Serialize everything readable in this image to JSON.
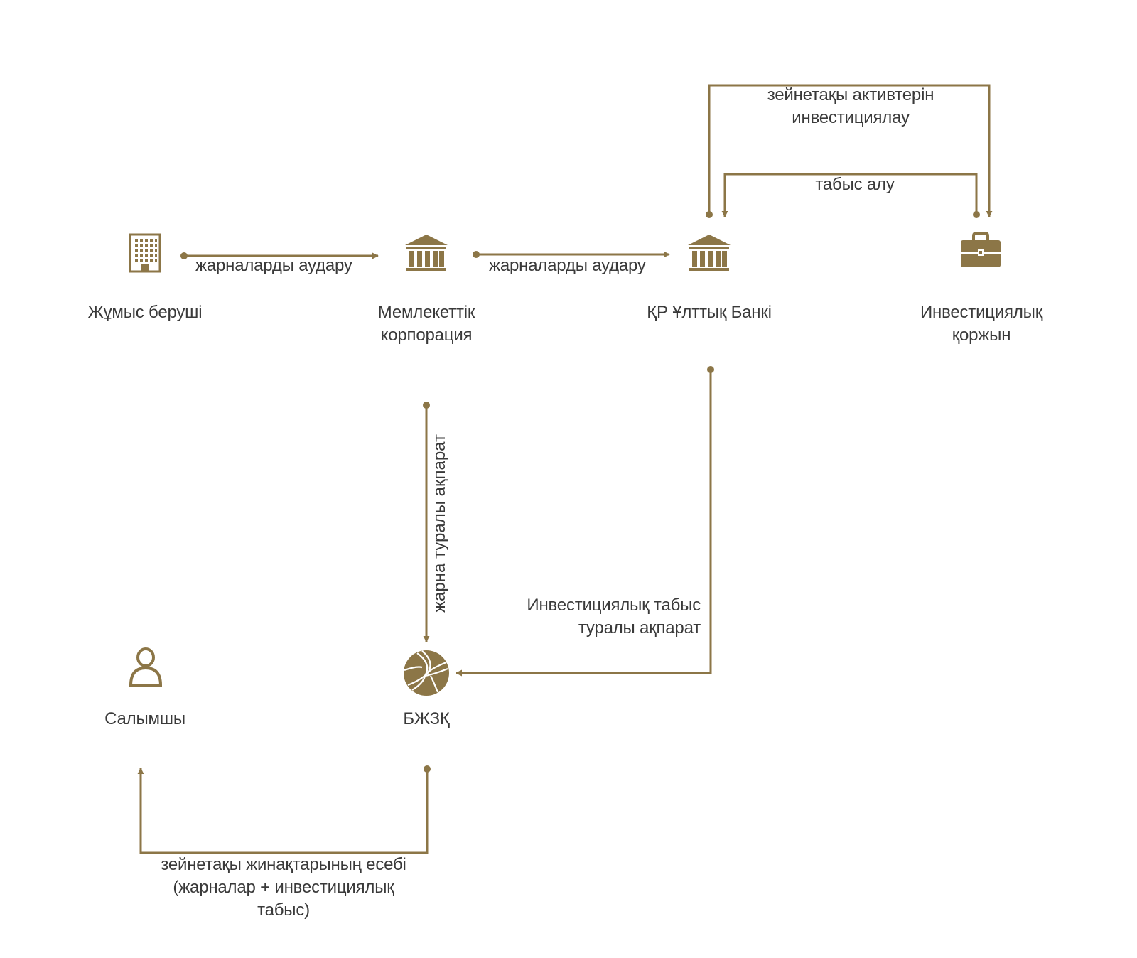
{
  "colors": {
    "accent": "#8c7647",
    "text": "#3a3a3a",
    "background": "#ffffff"
  },
  "nodes": {
    "employer": {
      "label": "Жұмыс беруші",
      "icon": "office-building-icon"
    },
    "state_corp": {
      "label": "Мемлекеттік\nкорпорация",
      "icon": "government-building-icon"
    },
    "national_bank": {
      "label": "ҚР Ұлттық Банкі",
      "icon": "bank-icon"
    },
    "investment_portfolio": {
      "label": "Инвестициялық\nқоржын",
      "icon": "briefcase-icon"
    },
    "depositor": {
      "label": "Салымшы",
      "icon": "person-icon"
    },
    "uapf": {
      "label": "БЖЗҚ",
      "icon": "uapf-logo-icon"
    }
  },
  "edges": {
    "employer_to_corp": "жарналарды аудару",
    "corp_to_bank": "жарналарды аудару",
    "invest_assets": "зейнетақы активтерін\nинвестициялау",
    "receive_income": "табыс алу",
    "contribution_info": "жарна туралы ақпарат",
    "investment_income_info": "Инвестициялық табыс\nтуралы ақпарат",
    "savings_account": "зейнетақы жинақтарының есебі\n(жарналар + инвестициялық\nтабыс)"
  }
}
